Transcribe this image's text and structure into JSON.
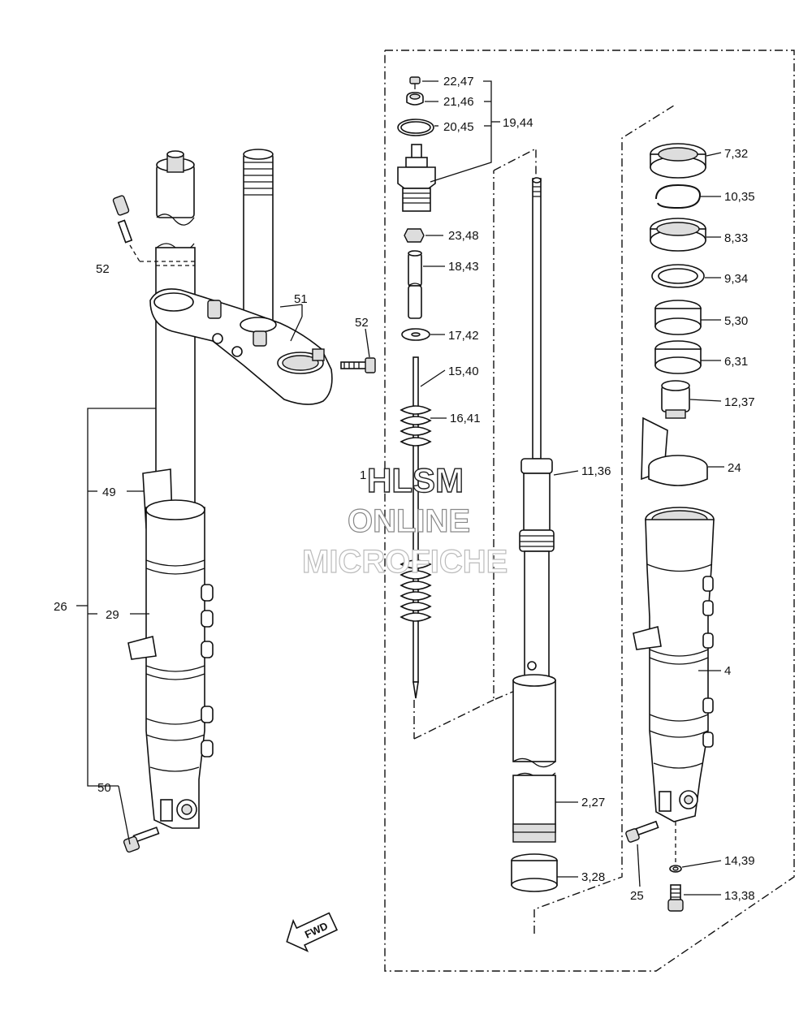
{
  "labels": {
    "p22_47": "22,47",
    "p21_46": "21,46",
    "p20_45": "20,45",
    "p19_44": "19,44",
    "p23_48": "23,48",
    "p18_43": "18,43",
    "p17_42": "17,42",
    "p15_40": "15,40",
    "p16_41": "16,41",
    "p1": "1",
    "p11_36": "11,36",
    "p2_27": "2,27",
    "p3_28": "3,28",
    "p7_32": "7,32",
    "p10_35": "10,35",
    "p8_33": "8,33",
    "p9_34": "9,34",
    "p5_30": "5,30",
    "p6_31": "6,31",
    "p12_37": "12,37",
    "p24": "24",
    "p4": "4",
    "p14_39": "14,39",
    "p13_38": "13,38",
    "p25": "25",
    "p52a": "52",
    "p52b": "52",
    "p51": "51",
    "p49": "49",
    "p26": "26",
    "p29": "29",
    "p50": "50"
  },
  "watermark": {
    "line1": "HLSM",
    "line2": "ONLINE",
    "line3": "MICROFICHE"
  },
  "fwd_label": "FWD"
}
